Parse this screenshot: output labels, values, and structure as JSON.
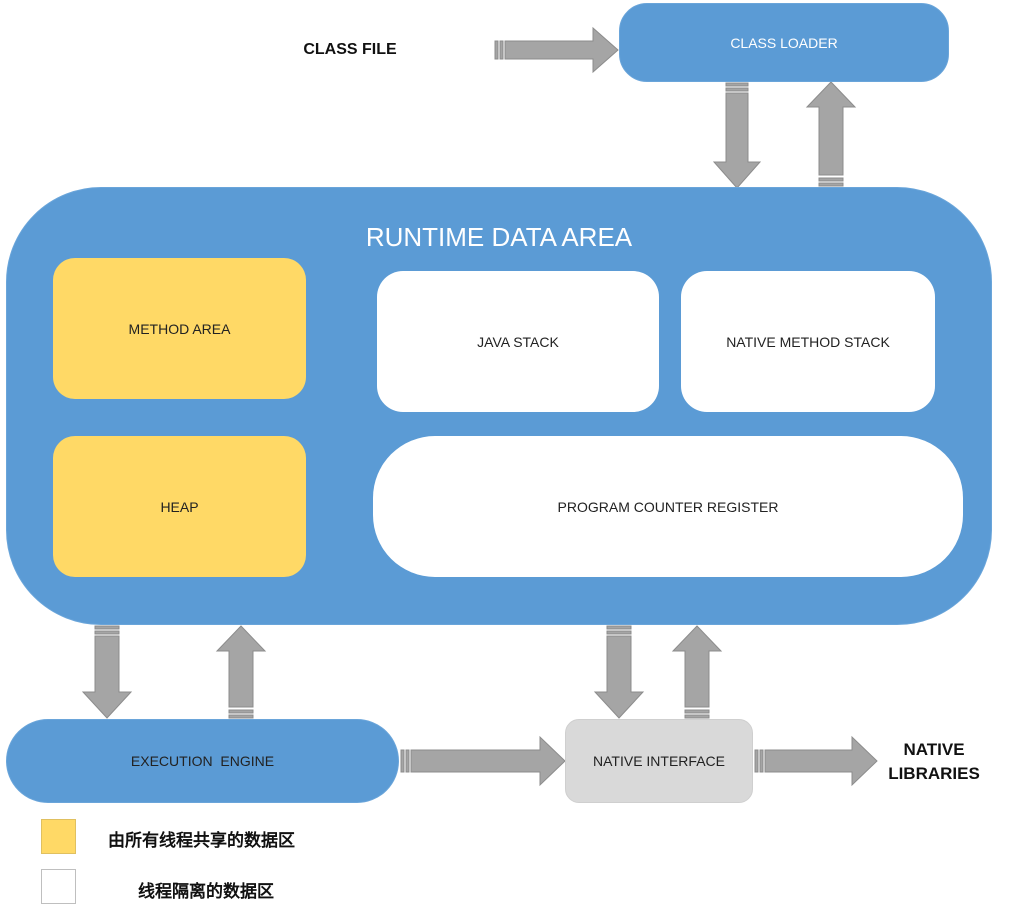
{
  "class_file": "CLASS FILE",
  "class_loader": "CLASS LOADER",
  "runtime": {
    "title": "RUNTIME DATA AREA",
    "method_area": "METHOD AREA",
    "heap": "HEAP",
    "java_stack": "JAVA STACK",
    "native_method_stack": "NATIVE METHOD STACK",
    "program_counter_register": "PROGRAM COUNTER REGISTER"
  },
  "execution_engine": "EXECUTION  ENGINE",
  "native_interface": "NATIVE INTERFACE",
  "native_libraries": "NATIVE\nLIBRARIES",
  "legend": {
    "shared": "由所有线程共享的数据区",
    "isolated": "线程隔离的数据区"
  },
  "colors": {
    "blue": "#5b9bd5",
    "yellow": "#ffd966",
    "grey": "#d9d9d9",
    "arrow": "#a5a5a5"
  }
}
